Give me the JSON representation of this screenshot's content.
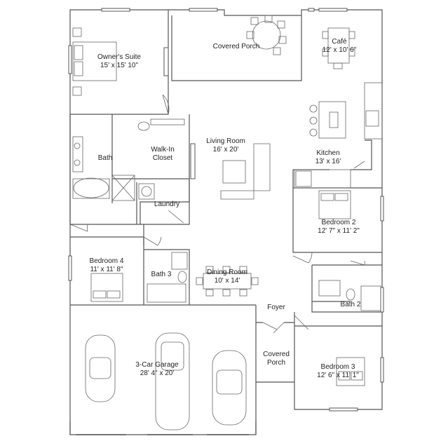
{
  "rooms": {
    "owners_suite": {
      "name": "Owner's Suite",
      "dim": "15' x 15' 10\""
    },
    "covered_porch_rear": {
      "name": "Covered Porch"
    },
    "cafe": {
      "name": "Café",
      "dim": "12' x 10' 6\""
    },
    "bath": {
      "name": "Bath"
    },
    "walk_in_closet": {
      "name": "Walk-In",
      "name2": "Closet"
    },
    "living_room": {
      "name": "Living Room",
      "dim": "16' x 20'"
    },
    "kitchen": {
      "name": "Kitchen",
      "dim": "13' x 16'"
    },
    "laundry": {
      "name": "Laundry"
    },
    "bedroom2": {
      "name": "Bedroom 2",
      "dim": "12' 7\" x 11' 2\""
    },
    "bedroom4": {
      "name": "Bedroom 4",
      "dim": "11' x 11' 8\""
    },
    "bath3": {
      "name": "Bath 3"
    },
    "dining_room": {
      "name": "Dining Room",
      "dim": "10' x 14'"
    },
    "foyer": {
      "name": "Foyer"
    },
    "bath2": {
      "name": "Bath 2"
    },
    "garage": {
      "name": "3-Car Garage",
      "dim": "28' 4\" x 20'"
    },
    "covered_porch_front": {
      "name": "Covered",
      "name2": "Porch"
    },
    "bedroom3": {
      "name": "Bedroom 3",
      "dim": "12' 6\" x 11' 1\""
    }
  },
  "colors": {
    "wall": "#555555",
    "fixture": "#666666",
    "background": "#ffffff"
  }
}
